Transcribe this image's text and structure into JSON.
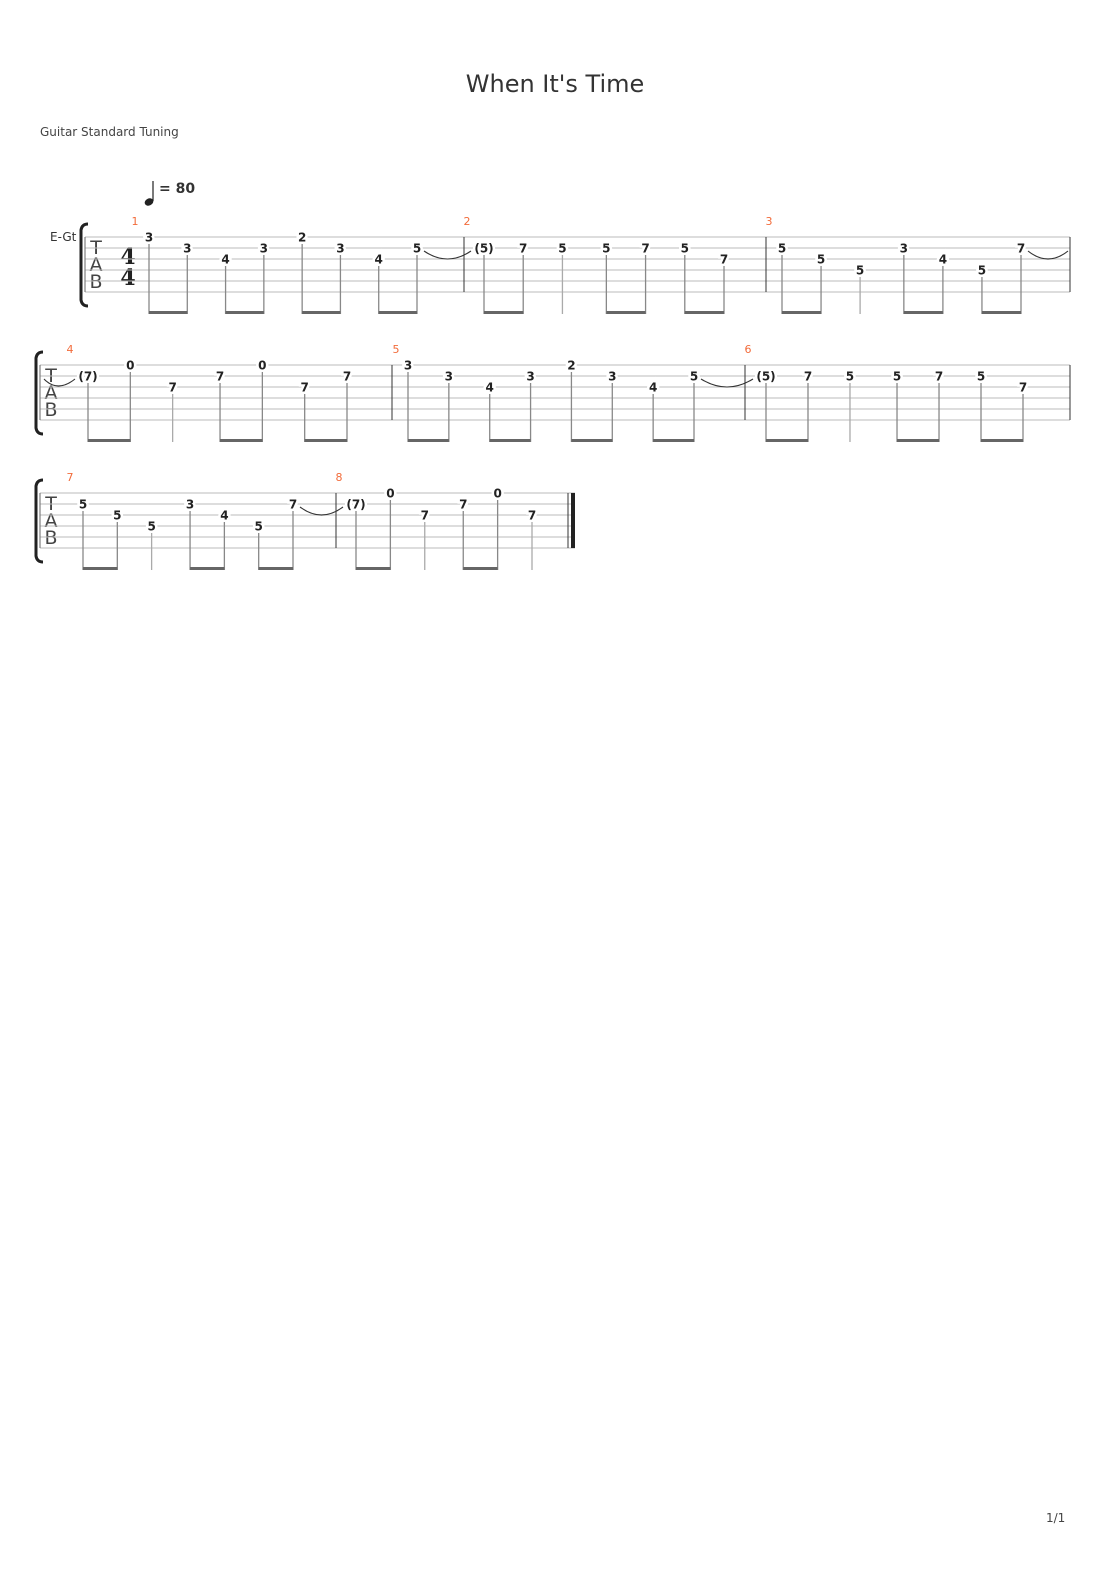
{
  "title": "When It's Time",
  "tuning": "Guitar Standard Tuning",
  "tempo": {
    "label": "= 80",
    "bpm": 80
  },
  "instrument": "E-Gt",
  "clef": [
    "T",
    "A",
    "B"
  ],
  "time_signature": [
    "4",
    "4"
  ],
  "page": "1/1",
  "colors": {
    "measure_number": "#f26b3a",
    "staff_line": "#bbbbbb"
  },
  "systems": [
    {
      "measures": [
        {
          "number": "1",
          "notes": [
            {
              "s": 1,
              "f": "3",
              "d": 8
            },
            {
              "s": 2,
              "f": "3",
              "d": 8
            },
            {
              "s": 3,
              "f": "4",
              "d": 8
            },
            {
              "s": 2,
              "f": "3",
              "d": 8
            },
            {
              "s": 1,
              "f": "2",
              "d": 8
            },
            {
              "s": 2,
              "f": "3",
              "d": 8
            },
            {
              "s": 3,
              "f": "4",
              "d": 8
            },
            {
              "s": 2,
              "f": "5",
              "d": 8,
              "tie": true
            }
          ]
        },
        {
          "number": "2",
          "notes": [
            {
              "s": 2,
              "f": "(5)",
              "d": 8
            },
            {
              "s": 2,
              "f": "7",
              "d": 8
            },
            {
              "s": 2,
              "f": "5",
              "d": 4
            },
            {
              "s": 2,
              "f": "5",
              "d": 8
            },
            {
              "s": 2,
              "f": "7",
              "d": 8
            },
            {
              "s": 2,
              "f": "5",
              "d": 8
            },
            {
              "s": 3,
              "f": "7",
              "d": 8
            }
          ]
        },
        {
          "number": "3",
          "notes": [
            {
              "s": 2,
              "f": "5",
              "d": 8
            },
            {
              "s": 3,
              "f": "5",
              "d": 8
            },
            {
              "s": 4,
              "f": "5",
              "d": 4
            },
            {
              "s": 2,
              "f": "3",
              "d": 8
            },
            {
              "s": 3,
              "f": "4",
              "d": 8
            },
            {
              "s": 4,
              "f": "5",
              "d": 8
            },
            {
              "s": 2,
              "f": "7",
              "d": 8,
              "tie": true
            }
          ]
        }
      ]
    },
    {
      "measures": [
        {
          "number": "4",
          "notes": [
            {
              "s": 2,
              "f": "(7)",
              "d": 8
            },
            {
              "s": 1,
              "f": "0",
              "d": 8
            },
            {
              "s": 3,
              "f": "7",
              "d": 4
            },
            {
              "s": 2,
              "f": "7",
              "d": 8
            },
            {
              "s": 1,
              "f": "0",
              "d": 8
            },
            {
              "s": 3,
              "f": "7",
              "d": 8
            },
            {
              "s": 2,
              "f": "7",
              "d": 8
            }
          ]
        },
        {
          "number": "5",
          "notes": [
            {
              "s": 1,
              "f": "3",
              "d": 8
            },
            {
              "s": 2,
              "f": "3",
              "d": 8
            },
            {
              "s": 3,
              "f": "4",
              "d": 8
            },
            {
              "s": 2,
              "f": "3",
              "d": 8
            },
            {
              "s": 1,
              "f": "2",
              "d": 8
            },
            {
              "s": 2,
              "f": "3",
              "d": 8
            },
            {
              "s": 3,
              "f": "4",
              "d": 8
            },
            {
              "s": 2,
              "f": "5",
              "d": 8,
              "tie": true
            }
          ]
        },
        {
          "number": "6",
          "notes": [
            {
              "s": 2,
              "f": "(5)",
              "d": 8
            },
            {
              "s": 2,
              "f": "7",
              "d": 8
            },
            {
              "s": 2,
              "f": "5",
              "d": 4
            },
            {
              "s": 2,
              "f": "5",
              "d": 8
            },
            {
              "s": 2,
              "f": "7",
              "d": 8
            },
            {
              "s": 2,
              "f": "5",
              "d": 8
            },
            {
              "s": 3,
              "f": "7",
              "d": 8
            }
          ]
        }
      ]
    },
    {
      "measures": [
        {
          "number": "7",
          "notes": [
            {
              "s": 2,
              "f": "5",
              "d": 8
            },
            {
              "s": 3,
              "f": "5",
              "d": 8
            },
            {
              "s": 4,
              "f": "5",
              "d": 4
            },
            {
              "s": 2,
              "f": "3",
              "d": 8
            },
            {
              "s": 3,
              "f": "4",
              "d": 8
            },
            {
              "s": 4,
              "f": "5",
              "d": 8
            },
            {
              "s": 2,
              "f": "7",
              "d": 8,
              "tie": true
            }
          ]
        },
        {
          "number": "8",
          "notes": [
            {
              "s": 2,
              "f": "(7)",
              "d": 8
            },
            {
              "s": 1,
              "f": "0",
              "d": 8
            },
            {
              "s": 3,
              "f": "7",
              "d": 4
            },
            {
              "s": 2,
              "f": "7",
              "d": 8
            },
            {
              "s": 1,
              "f": "0",
              "d": 8
            },
            {
              "s": 3,
              "f": "7",
              "d": 4
            }
          ]
        }
      ]
    }
  ]
}
